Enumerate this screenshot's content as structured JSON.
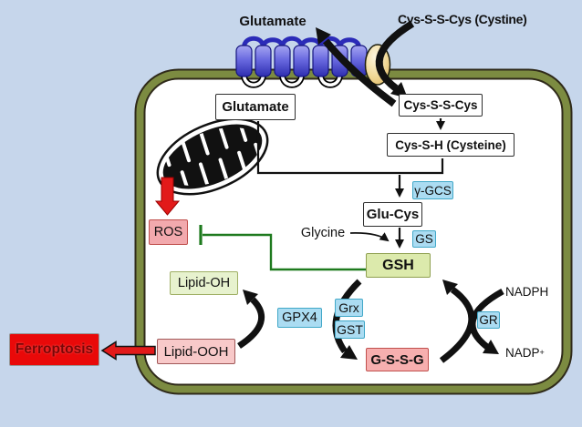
{
  "figure": {
    "background_color": "#C6D6EB",
    "cell_fill": "#FFFFFF",
    "membrane_color": "#7C8B41",
    "extracellular": {
      "glutamate_label": "Glutamate",
      "cystine_label": "Cys-S-S-Cys (Cystine)"
    },
    "metabolites": {
      "glutamate": "Glutamate",
      "cystine": "Cys-S-S-Cys",
      "cysteine": "Cys-S-H (Cysteine)",
      "glu_cys": "Glu-Cys",
      "glycine": "Glycine",
      "gsh": "GSH",
      "gssg": "G-S-S-G",
      "ros": "ROS",
      "lipid_oh": "Lipid-OH",
      "lipid_ooh": "Lipid-OOH",
      "nadph": "NADPH",
      "nadp_base": "NADP",
      "nadp_sup": "+",
      "ferroptosis": "Ferroptosis"
    },
    "enzymes": {
      "ggcs": "γ-GCS",
      "gs": "GS",
      "gpx4": "GPX4",
      "grx": "Grx",
      "gst": "GST",
      "gr": "GR"
    },
    "colors": {
      "enzyme_fill": "#ABDCF2",
      "enzyme_border": "#41A8C8",
      "gsh_fill": "#DCEAAC",
      "lipid_oh_fill": "#E7F2CE",
      "ros_fill": "#F2A9AD",
      "gssg_fill": "#F7AFAF",
      "lipid_ooh_fill": "#F8C9C9",
      "ferroptosis_fill": "#E90909",
      "red_arrow": "#E21A1A",
      "inhibition_green": "#1E7A1E",
      "transporter_blue": "#3A3ACC",
      "transporter_cap": "#F4E3A8"
    }
  }
}
